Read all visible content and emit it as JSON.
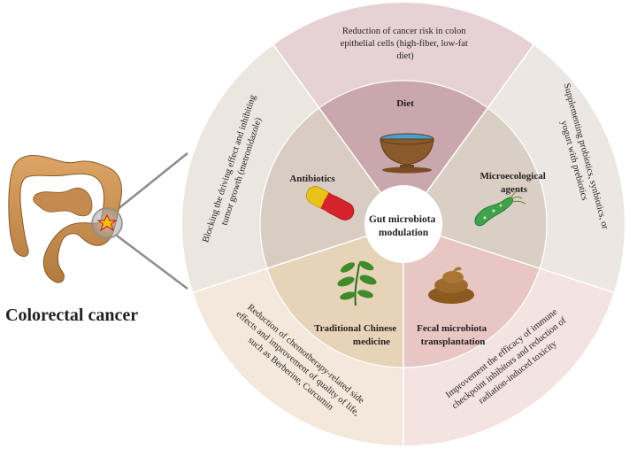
{
  "colon_caption": "Colorectal cancer",
  "center_label": [
    "Gut microbiota",
    "modulation"
  ],
  "inner_sectors": [
    {
      "id": "diet",
      "label": [
        "Diet"
      ],
      "color": "#c9a7ad"
    },
    {
      "id": "microecological",
      "label": [
        "Microecological",
        "agents"
      ],
      "color": "#d9cfc5"
    },
    {
      "id": "fecal",
      "label": [
        "Fecal microbiota",
        "transplantation"
      ],
      "color": "#e8c6c3"
    },
    {
      "id": "tcm",
      "label": [
        "Traditional Chinese",
        "medicine"
      ],
      "color": "#e7d3b8"
    },
    {
      "id": "antibiotics",
      "label": [
        "Antibiotics"
      ],
      "color": "#d8ccc3"
    }
  ],
  "outer_sectors": [
    {
      "id": "diet",
      "lines": [
        "Reduction of cancer risk in colon",
        "epithelial cells (high-fiber, low-fat",
        "diet)"
      ],
      "color": "#e6d2d4"
    },
    {
      "id": "microecological",
      "lines": [
        "Supplementing probiotics, synbiotics, or",
        "yogurt with prebiotics"
      ],
      "color": "#ece7e2"
    },
    {
      "id": "fecal",
      "lines": [
        "Improvement the efficacy of immune",
        "checkpoint inhibitors and reduction of",
        "radiation-induced toxicity"
      ],
      "color": "#f3e3e1"
    },
    {
      "id": "tcm",
      "lines": [
        "Reduction of chemotherapy-related side",
        "effects and improvement of quality of life,",
        "such as Berberine, Curcumin"
      ],
      "color": "#f3e8db"
    },
    {
      "id": "antibiotics",
      "lines": [
        "Blocking the driving effect and inhibiting",
        "tumor growth (metronidazole)"
      ],
      "color": "#ece6e1"
    }
  ],
  "colors": {
    "center_text": "#c8102e",
    "divider": "#ffffff",
    "connector": "#8c8c8c",
    "intestine": "#c98f4f",
    "tumor": "#f2c200"
  },
  "icons": {
    "diet": "bowl-icon",
    "microecological": "bacterium-icon",
    "fecal": "stool-icon",
    "tcm": "herb-plant-icon",
    "antibiotics": "capsule-icon"
  }
}
